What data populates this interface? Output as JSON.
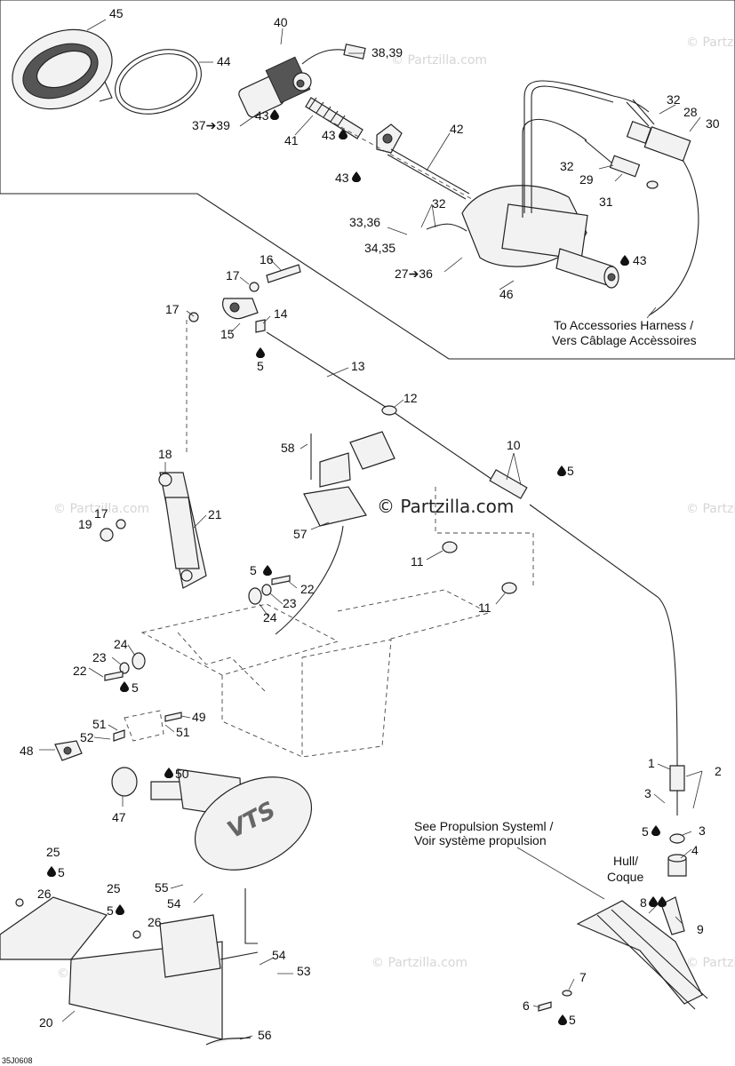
{
  "diagram_code": "35J0608",
  "watermark_main": "© Partzilla.com",
  "watermark_faint": "© Partzilla.com",
  "notes": {
    "accessories_line1": "To Accessories Harness /",
    "accessories_line2": "Vers Câblage Accèssoires",
    "propulsion_line1": "See Propulsion Systeml /",
    "propulsion_line2": "Voir système propulsion",
    "hull_line1": "Hull/",
    "hull_line2": "Coque"
  },
  "callouts": [
    {
      "id": "c45",
      "text": "45"
    },
    {
      "id": "c44",
      "text": "44"
    },
    {
      "id": "c40",
      "text": "40"
    },
    {
      "id": "c3839",
      "text": "38,39"
    },
    {
      "id": "c3739",
      "text": "37➔39"
    },
    {
      "id": "c43a",
      "text": "43"
    },
    {
      "id": "c41",
      "text": "41"
    },
    {
      "id": "c43b",
      "text": "43"
    },
    {
      "id": "c42",
      "text": "42"
    },
    {
      "id": "c43c",
      "text": "43"
    },
    {
      "id": "c32a",
      "text": "32"
    },
    {
      "id": "c28",
      "text": "28"
    },
    {
      "id": "c30",
      "text": "30"
    },
    {
      "id": "c32b",
      "text": "32"
    },
    {
      "id": "c29",
      "text": "29"
    },
    {
      "id": "c31",
      "text": "31"
    },
    {
      "id": "c32c",
      "text": "32"
    },
    {
      "id": "c3336",
      "text": "33,36"
    },
    {
      "id": "c3435",
      "text": "34,35"
    },
    {
      "id": "c2736",
      "text": "27➔36"
    },
    {
      "id": "c43d",
      "text": "43"
    },
    {
      "id": "c46",
      "text": "46"
    },
    {
      "id": "c16",
      "text": "16"
    },
    {
      "id": "c17a",
      "text": "17"
    },
    {
      "id": "c17b",
      "text": "17"
    },
    {
      "id": "c15",
      "text": "15"
    },
    {
      "id": "c14",
      "text": "14"
    },
    {
      "id": "c5a",
      "text": "5"
    },
    {
      "id": "c13",
      "text": "13"
    },
    {
      "id": "c12",
      "text": "12"
    },
    {
      "id": "c10",
      "text": "10"
    },
    {
      "id": "c5b",
      "text": "5"
    },
    {
      "id": "c58",
      "text": "58"
    },
    {
      "id": "c18",
      "text": "18"
    },
    {
      "id": "c17c",
      "text": "17"
    },
    {
      "id": "c19",
      "text": "19"
    },
    {
      "id": "c21",
      "text": "21"
    },
    {
      "id": "c57",
      "text": "57"
    },
    {
      "id": "c11a",
      "text": "11"
    },
    {
      "id": "c11b",
      "text": "11"
    },
    {
      "id": "c5c",
      "text": "5"
    },
    {
      "id": "c22a",
      "text": "22"
    },
    {
      "id": "c23a",
      "text": "23"
    },
    {
      "id": "c24a",
      "text": "24"
    },
    {
      "id": "c24b",
      "text": "24"
    },
    {
      "id": "c23b",
      "text": "23"
    },
    {
      "id": "c22b",
      "text": "22"
    },
    {
      "id": "c5d",
      "text": "5"
    },
    {
      "id": "c51a",
      "text": "51"
    },
    {
      "id": "c52",
      "text": "52"
    },
    {
      "id": "c49",
      "text": "49"
    },
    {
      "id": "c51b",
      "text": "51"
    },
    {
      "id": "c48",
      "text": "48"
    },
    {
      "id": "c50",
      "text": "50"
    },
    {
      "id": "c47",
      "text": "47"
    },
    {
      "id": "c1",
      "text": "1"
    },
    {
      "id": "c2",
      "text": "2"
    },
    {
      "id": "c3a",
      "text": "3"
    },
    {
      "id": "c5e",
      "text": "5"
    },
    {
      "id": "c3b",
      "text": "3"
    },
    {
      "id": "c4",
      "text": "4"
    },
    {
      "id": "c25a",
      "text": "25"
    },
    {
      "id": "c5f",
      "text": "5"
    },
    {
      "id": "c26a",
      "text": "26"
    },
    {
      "id": "c25b",
      "text": "25"
    },
    {
      "id": "c5g",
      "text": "5"
    },
    {
      "id": "c26b",
      "text": "26"
    },
    {
      "id": "c55",
      "text": "55"
    },
    {
      "id": "c54a",
      "text": "54"
    },
    {
      "id": "c8",
      "text": "8"
    },
    {
      "id": "c9",
      "text": "9"
    },
    {
      "id": "c54b",
      "text": "54"
    },
    {
      "id": "c53",
      "text": "53"
    },
    {
      "id": "c6",
      "text": "6"
    },
    {
      "id": "c7",
      "text": "7"
    },
    {
      "id": "c5h",
      "text": "5"
    },
    {
      "id": "c20",
      "text": "20"
    },
    {
      "id": "c56",
      "text": "56"
    }
  ],
  "badge_text": "VTS"
}
